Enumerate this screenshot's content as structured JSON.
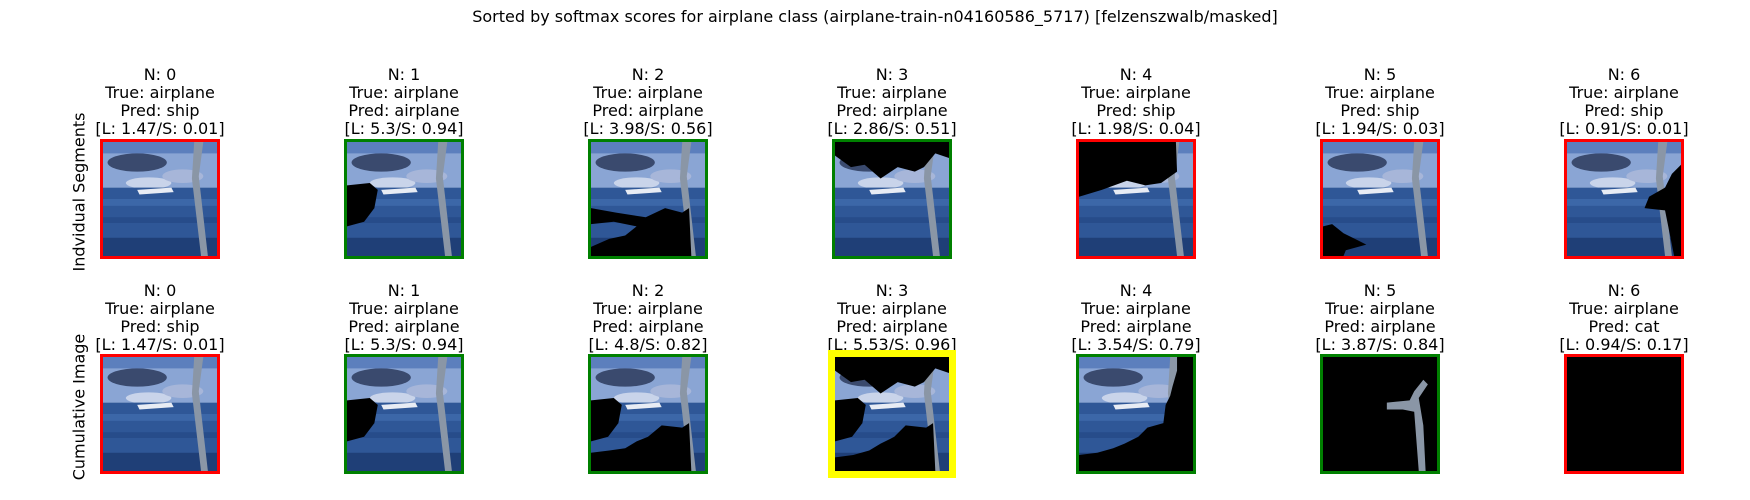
{
  "figure": {
    "suptitle": "Sorted by softmax scores for airplane class (airplane-train-n04160586_5717) [felzenszwalb/masked]",
    "row_labels": [
      "Indvidual Segments",
      "Cumulative Image"
    ]
  },
  "colors": {
    "correct_border": "#008000",
    "wrong_border": "#ff0000",
    "best_border": "#ffff00",
    "mask": "#000000",
    "sky": "#8aa5d4",
    "cloud": "#c9d4ea",
    "sea": "#2f5797",
    "wing": "#8a96a6"
  },
  "chart_data": {
    "type": "table",
    "class": "airplane",
    "rows": [
      {
        "name": "Indvidual Segments",
        "panels": [
          {
            "n": "N: 0",
            "true": "True: airplane",
            "pred": "Pred: ship",
            "ls": "[L: 1.47/S: 0.01]",
            "L": 1.47,
            "S": 0.01,
            "correct": false,
            "mask": "none"
          },
          {
            "n": "N: 1",
            "true": "True: airplane",
            "pred": "Pred: airplane",
            "ls": "[L: 5.3/S: 0.94]",
            "L": 5.3,
            "S": 0.94,
            "correct": true,
            "mask": "seg1"
          },
          {
            "n": "N: 2",
            "true": "True: airplane",
            "pred": "Pred: airplane",
            "ls": "[L: 3.98/S: 0.56]",
            "L": 3.98,
            "S": 0.56,
            "correct": true,
            "mask": "seg2"
          },
          {
            "n": "N: 3",
            "true": "True: airplane",
            "pred": "Pred: airplane",
            "ls": "[L: 2.86/S: 0.51]",
            "L": 2.86,
            "S": 0.51,
            "correct": true,
            "mask": "seg3"
          },
          {
            "n": "N: 4",
            "true": "True: airplane",
            "pred": "Pred: ship",
            "ls": "[L: 1.98/S: 0.04]",
            "L": 1.98,
            "S": 0.04,
            "correct": false,
            "mask": "seg4"
          },
          {
            "n": "N: 5",
            "true": "True: airplane",
            "pred": "Pred: ship",
            "ls": "[L: 1.94/S: 0.03]",
            "L": 1.94,
            "S": 0.03,
            "correct": false,
            "mask": "seg5"
          },
          {
            "n": "N: 6",
            "true": "True: airplane",
            "pred": "Pred: ship",
            "ls": "[L: 0.91/S: 0.01]",
            "L": 0.91,
            "S": 0.01,
            "correct": false,
            "mask": "seg6"
          }
        ]
      },
      {
        "name": "Cumulative Image",
        "panels": [
          {
            "n": "N: 0",
            "true": "True: airplane",
            "pred": "Pred: ship",
            "ls": "[L: 1.47/S: 0.01]",
            "L": 1.47,
            "S": 0.01,
            "correct": false,
            "mask": "none"
          },
          {
            "n": "N: 1",
            "true": "True: airplane",
            "pred": "Pred: airplane",
            "ls": "[L: 5.3/S: 0.94]",
            "L": 5.3,
            "S": 0.94,
            "correct": true,
            "mask": "cum1"
          },
          {
            "n": "N: 2",
            "true": "True: airplane",
            "pred": "Pred: airplane",
            "ls": "[L: 4.8/S: 0.82]",
            "L": 4.8,
            "S": 0.82,
            "correct": true,
            "mask": "cum2"
          },
          {
            "n": "N: 3",
            "true": "True: airplane",
            "pred": "Pred: airplane",
            "ls": "[L: 5.53/S: 0.96]",
            "L": 5.53,
            "S": 0.96,
            "correct": true,
            "highlight": true,
            "mask": "cum3"
          },
          {
            "n": "N: 4",
            "true": "True: airplane",
            "pred": "Pred: airplane",
            "ls": "[L: 3.54/S: 0.79]",
            "L": 3.54,
            "S": 0.79,
            "correct": true,
            "mask": "cum4"
          },
          {
            "n": "N: 5",
            "true": "True: airplane",
            "pred": "Pred: airplane",
            "ls": "[L: 3.87/S: 0.84]",
            "L": 3.87,
            "S": 0.84,
            "correct": true,
            "mask": "cum5"
          },
          {
            "n": "N: 6",
            "true": "True: airplane",
            "pred": "Pred: cat",
            "ls": "[L: 0.94/S: 0.17]",
            "L": 0.94,
            "S": 0.17,
            "correct": false,
            "mask": "cum6"
          }
        ]
      }
    ]
  }
}
